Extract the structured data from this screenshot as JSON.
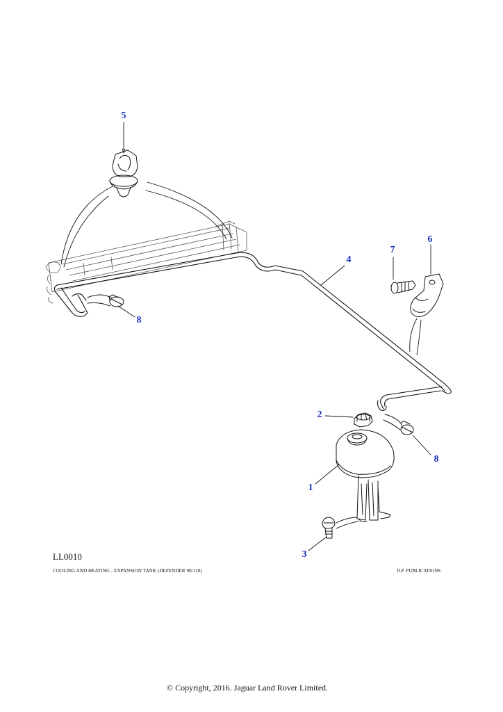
{
  "diagram": {
    "reference": "LL0010",
    "caption": "COOLING AND HEATING - EXPANSION TANK (DEFENDER 90/110)",
    "publisher": "D.P. PUBLICATIONS",
    "copyright": "© Copyright, 2016. Jaguar Land Rover Limited.",
    "callout_color": "#1a2fb8",
    "callouts": [
      {
        "id": "1",
        "label": "1",
        "part": "expansion-tank"
      },
      {
        "id": "2",
        "label": "2",
        "part": "filler-cap"
      },
      {
        "id": "3",
        "label": "3",
        "part": "bolt"
      },
      {
        "id": "4",
        "label": "4",
        "part": "bleed-pipe"
      },
      {
        "id": "5",
        "label": "5",
        "part": "pipe-clip"
      },
      {
        "id": "6",
        "label": "6",
        "part": "p-clip"
      },
      {
        "id": "7",
        "label": "7",
        "part": "screw"
      },
      {
        "id": "8a",
        "label": "8",
        "part": "hose-clip"
      },
      {
        "id": "8b",
        "label": "8",
        "part": "hose-clip"
      }
    ]
  }
}
